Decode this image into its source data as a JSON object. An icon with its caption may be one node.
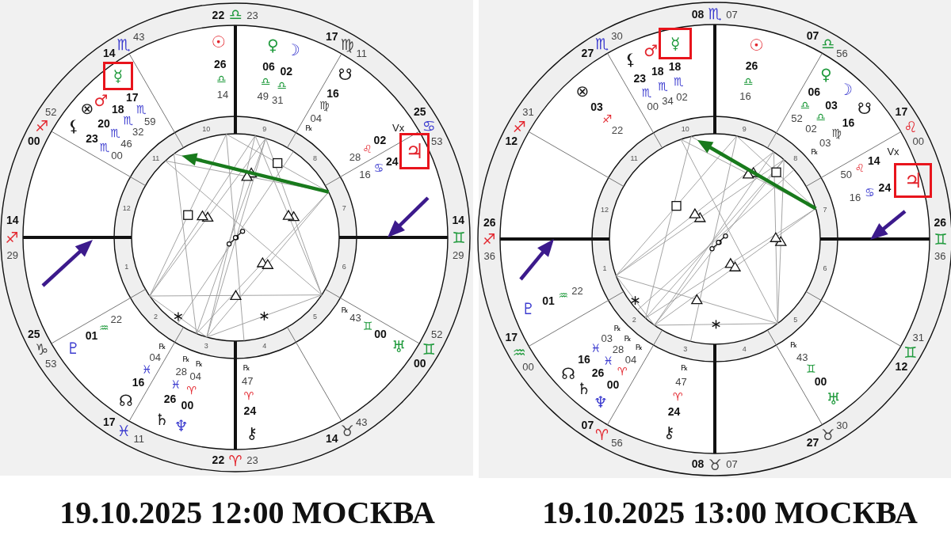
{
  "diagram": {
    "nodes": [
      {
        "text": [
          "☿"
        ]
      },
      {
        "text": [
          "♃"
        ]
      },
      {
        "text": [
          "☿"
        ]
      },
      {
        "text": [
          "♃"
        ]
      }
    ],
    "labels": [
      "22",
      "♎",
      "23",
      "14",
      "♏",
      "43",
      "00",
      "♐",
      "52",
      "14",
      "♐",
      "29",
      "25",
      "♑",
      "53",
      "17",
      "♓",
      "11",
      "22",
      "♈",
      "23",
      "14",
      "♉",
      "43",
      "00",
      "♊",
      "52",
      "14",
      "♊",
      "29",
      "25",
      "♋",
      "53",
      "17",
      "♍",
      "11",
      "10",
      "9",
      "11",
      "8",
      "12",
      "7",
      "1",
      "6",
      "2",
      "5",
      "3",
      "4",
      "☉",
      "26",
      "♎",
      "14",
      "♀",
      "06",
      "♎",
      "49",
      "☽",
      "02",
      "♎",
      "31",
      "☋",
      "16",
      "♍",
      "04",
      "℞",
      "Vx",
      "02",
      "♌",
      "28",
      "24",
      "♋",
      "16",
      "17",
      "♏",
      "59",
      "♂",
      "18",
      "♏",
      "32",
      "⊗",
      "20",
      "♏",
      "46",
      "⚸",
      "23",
      "♏",
      "00",
      "♇",
      "01",
      "♒",
      "22",
      "☊",
      "16",
      "♓",
      "04",
      "℞",
      "♄",
      "26",
      "♓",
      "28",
      "℞",
      "♆",
      "00",
      "♈",
      "04",
      "℞",
      "⚷",
      "24",
      "♈",
      "47",
      "℞",
      "♅",
      "00",
      "♊",
      "43",
      "℞",
      "19.10.2025 12:00 МОСКВА",
      "08",
      "♏",
      "07",
      "27",
      "♏",
      "30",
      "12",
      "♐",
      "31",
      "26",
      "♐",
      "36",
      "17",
      "♒",
      "00",
      "07",
      "♈",
      "56",
      "08",
      "♉",
      "07",
      "27",
      "♉",
      "30",
      "12",
      "♊",
      "31",
      "26",
      "♊",
      "36",
      "17",
      "♌",
      "00",
      "07",
      "♎",
      "56",
      "10",
      "9",
      "11",
      "8",
      "12",
      "7",
      "1",
      "6",
      "2",
      "5",
      "3",
      "4",
      "☉",
      "26",
      "♎",
      "16",
      "♀",
      "06",
      "♎",
      "52",
      "☽",
      "03",
      "♎",
      "02",
      "☋",
      "16",
      "♍",
      "03",
      "℞",
      "Vx",
      "14",
      "♌",
      "50",
      "24",
      "♋",
      "16",
      "18",
      "♏",
      "02",
      "♂",
      "18",
      "♏",
      "34",
      "⊗",
      "03",
      "♐",
      "22",
      "⚸",
      "23",
      "♏",
      "00",
      "♇",
      "01",
      "♒",
      "22",
      "☊",
      "16",
      "♓",
      "03",
      "℞",
      "♄",
      "26",
      "♓",
      "28",
      "℞",
      "♆",
      "00",
      "♈",
      "04",
      "℞",
      "⚷",
      "24",
      "♈",
      "47",
      "℞",
      "♅",
      "00",
      "♊",
      "43",
      "℞",
      "19.10.2025 13:00 МОСКВА"
    ]
  }
}
